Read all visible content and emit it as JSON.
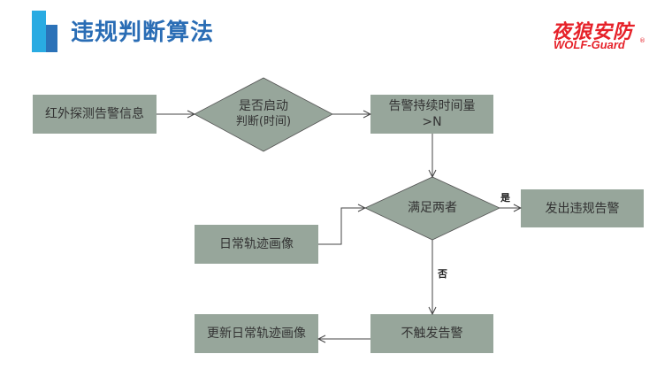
{
  "header": {
    "title": "违规判断算法",
    "brand_cn": "夜狼安防",
    "brand_en": "WOLF-Guard",
    "brand_reg": "®"
  },
  "colors": {
    "node_fill": "#97a69b",
    "line": "#444444",
    "title": "#2a6db5",
    "brand": "#e62129"
  },
  "flow": {
    "nodes": {
      "ir_alarm": "红外探测告警信息",
      "start_check_line1": "是否启动",
      "start_check_line2": "判断(时间)",
      "duration_line1": "告警持续时间量",
      "duration_line2": ">N",
      "both_met": "满足两者",
      "issue_alarm": "发出违规告警",
      "daily_profile": "日常轨迹画像",
      "no_alarm": "不触发告警",
      "update_profile": "更新日常轨迹画像"
    },
    "edge_labels": {
      "yes": "是",
      "no": "否"
    }
  }
}
